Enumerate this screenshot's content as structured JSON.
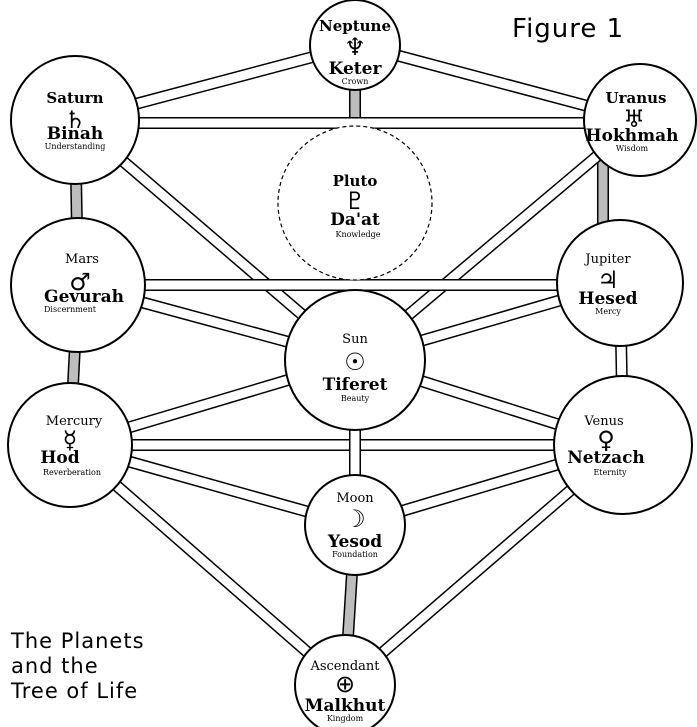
{
  "figure_label": "Figure 1",
  "caption": [
    "The Planets",
    "and the",
    "Tree of Life"
  ],
  "colors": {
    "line": "#000000",
    "channel_fill": "#ffffff",
    "channel_gray": "#bdbdbd",
    "background": "#ffffff"
  },
  "nodes": [
    {
      "id": "keter",
      "planet": "Neptune",
      "symbol": "♆",
      "sefira": "Keter",
      "meaning": "Crown"
    },
    {
      "id": "binah",
      "planet": "Saturn",
      "symbol": "♄",
      "sefira": "Binah",
      "meaning": "Understanding"
    },
    {
      "id": "hokhmah",
      "planet": "Uranus",
      "symbol": "♅",
      "sefira": "Hokhmah",
      "meaning": "Wisdom"
    },
    {
      "id": "daat",
      "planet": "Pluto",
      "symbol": "♇",
      "sefira": "Da'at",
      "meaning": "Knowledge"
    },
    {
      "id": "gevurah",
      "planet": "Mars",
      "symbol": "♂",
      "sefira": "Gevurah",
      "meaning": "Discernment"
    },
    {
      "id": "hesed",
      "planet": "Jupiter",
      "symbol": "♃",
      "sefira": "Hesed",
      "meaning": "Mercy"
    },
    {
      "id": "tiferet",
      "planet": "Sun",
      "symbol": "☉",
      "sefira": "Tiferet",
      "meaning": "Beauty"
    },
    {
      "id": "hod",
      "planet": "Mercury",
      "symbol": "☿",
      "sefira": "Hod",
      "meaning": "Reverberation"
    },
    {
      "id": "netzach",
      "planet": "Venus",
      "symbol": "♀",
      "sefira": "Netzach",
      "meaning": "Eternity"
    },
    {
      "id": "yesod",
      "planet": "Moon",
      "symbol": "☽",
      "sefira": "Yesod",
      "meaning": "Foundation"
    },
    {
      "id": "malkhut",
      "planet": "Ascendant",
      "symbol": "⊕",
      "sefira": "Malkhut",
      "meaning": "Kingdom"
    }
  ]
}
